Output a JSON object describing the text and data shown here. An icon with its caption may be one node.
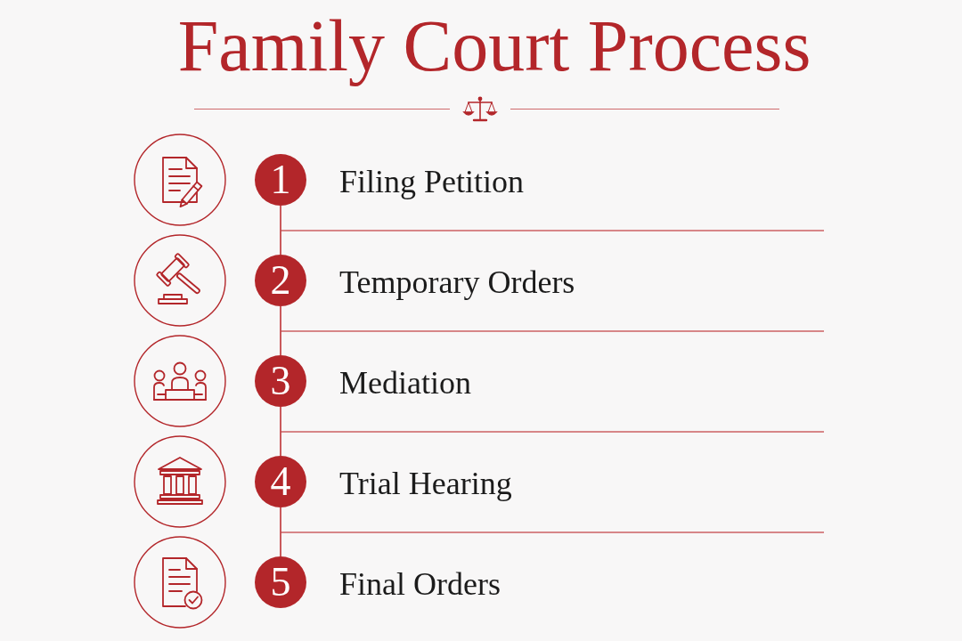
{
  "diagram": {
    "title": "Family Court Process",
    "nodes": [
      {
        "text": [
          "1"
        ],
        "beside": [
          "Filing Petition"
        ]
      },
      {
        "text": [
          "2"
        ],
        "beside": [
          "Temporary Orders"
        ]
      },
      {
        "text": [
          "3"
        ],
        "beside": [
          "Mediation"
        ]
      },
      {
        "text": [
          "4"
        ],
        "beside": [
          "Trial Hearing"
        ]
      },
      {
        "text": [
          "5"
        ],
        "beside": [
          "Final Orders"
        ]
      }
    ],
    "edges": [
      {
        "from": 0,
        "to": 1,
        "arrow": "none"
      },
      {
        "from": 1,
        "to": 2,
        "arrow": "none"
      },
      {
        "from": 2,
        "to": 3,
        "arrow": "none"
      },
      {
        "from": 3,
        "to": 4,
        "arrow": "none"
      }
    ]
  }
}
